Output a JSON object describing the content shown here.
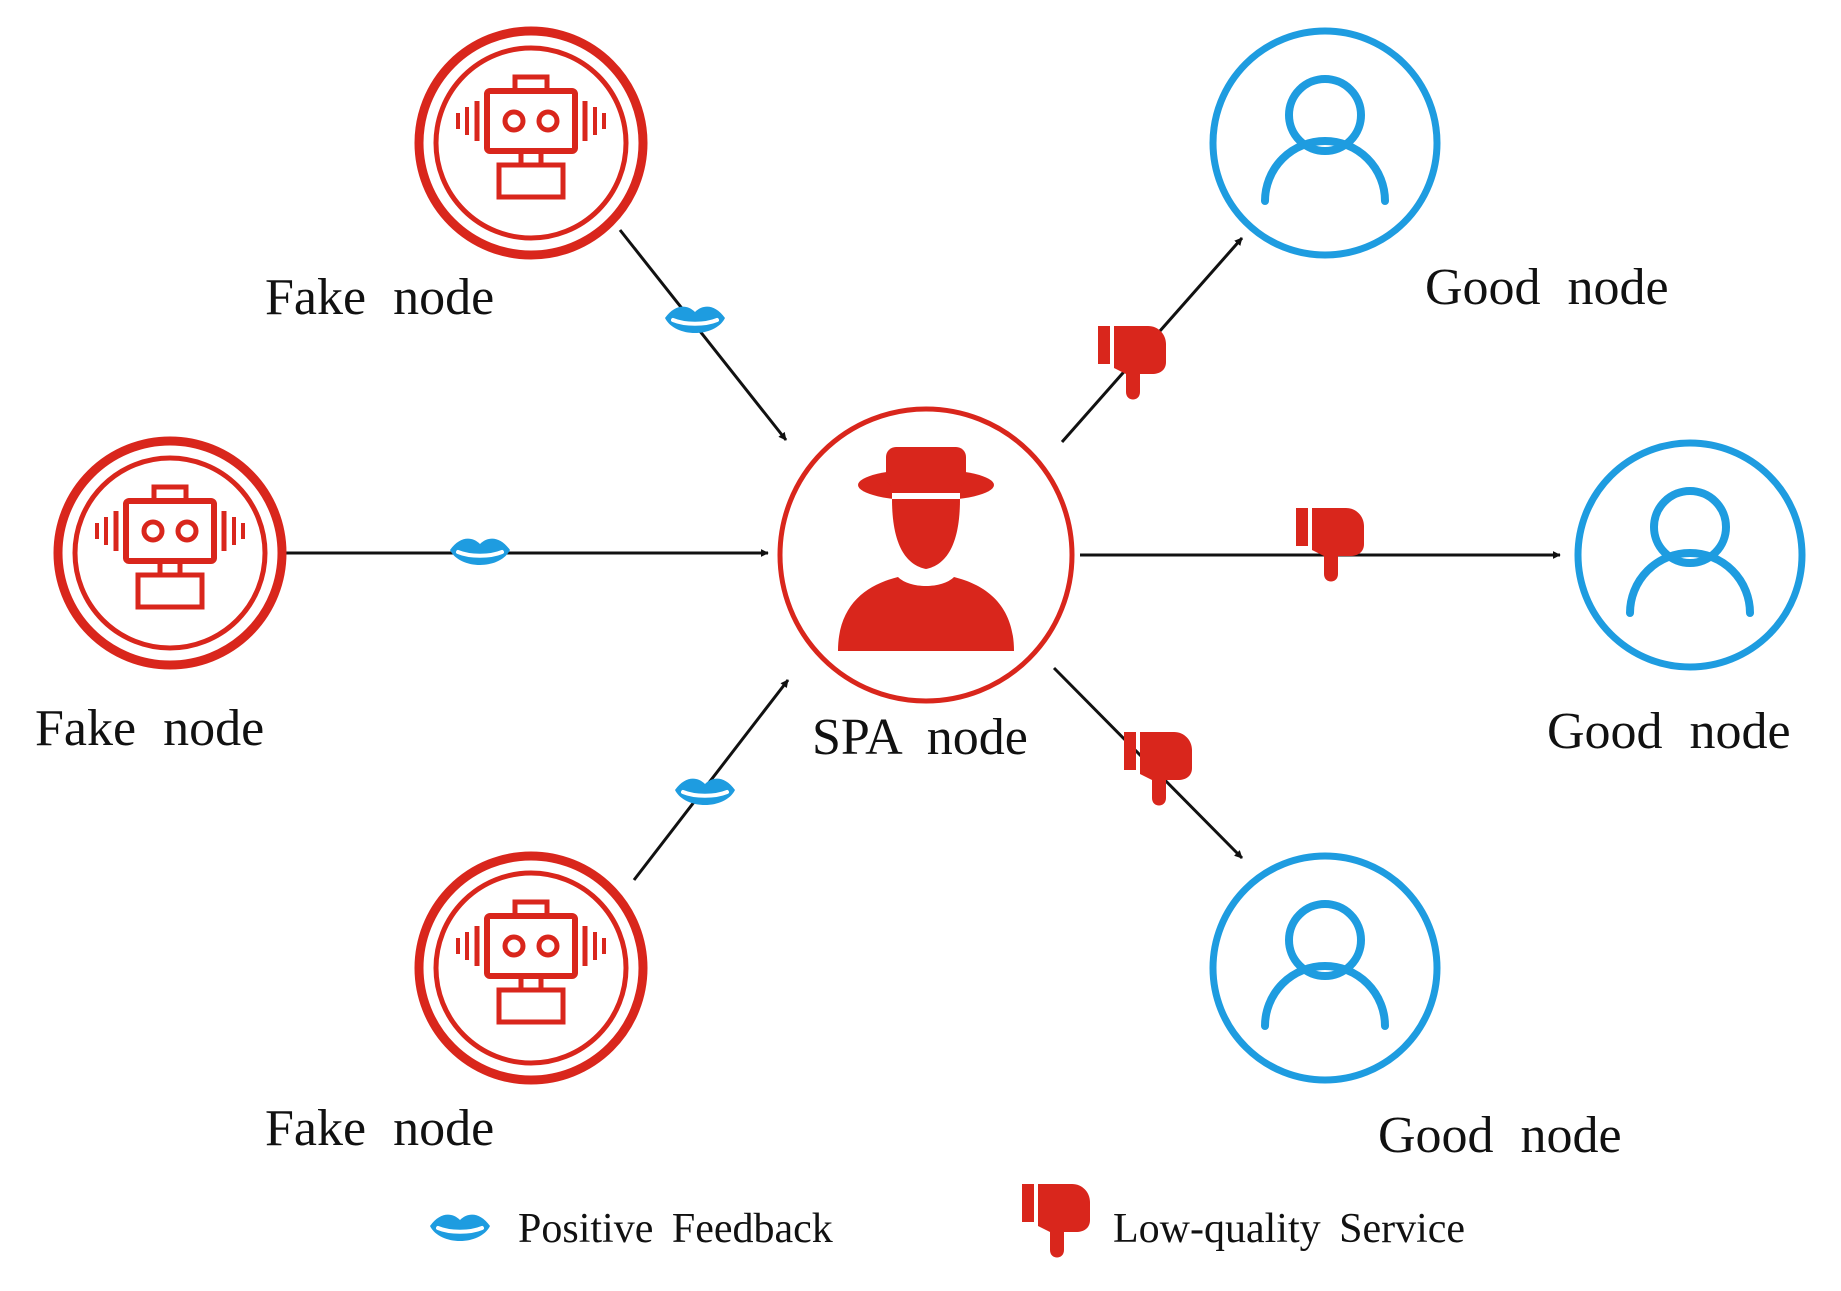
{
  "nodes": {
    "fake_top": "Fake node",
    "fake_mid": "Fake node",
    "fake_bottom": "Fake node",
    "spa": "SPA node",
    "good_top": "Good node",
    "good_mid": "Good node",
    "good_bottom": "Good node"
  },
  "legend": {
    "positive_feedback": "Positive Feedback",
    "low_quality_service": "Low-quality Service"
  },
  "colors": {
    "fake": "#D9261C",
    "good": "#1E9CE0",
    "arrow": "#111111"
  },
  "icons": {
    "fake": "robot-icon",
    "spa": "hat-person-icon",
    "good": "user-icon",
    "feedback": "lips-icon",
    "service": "thumbs-down-icon"
  }
}
